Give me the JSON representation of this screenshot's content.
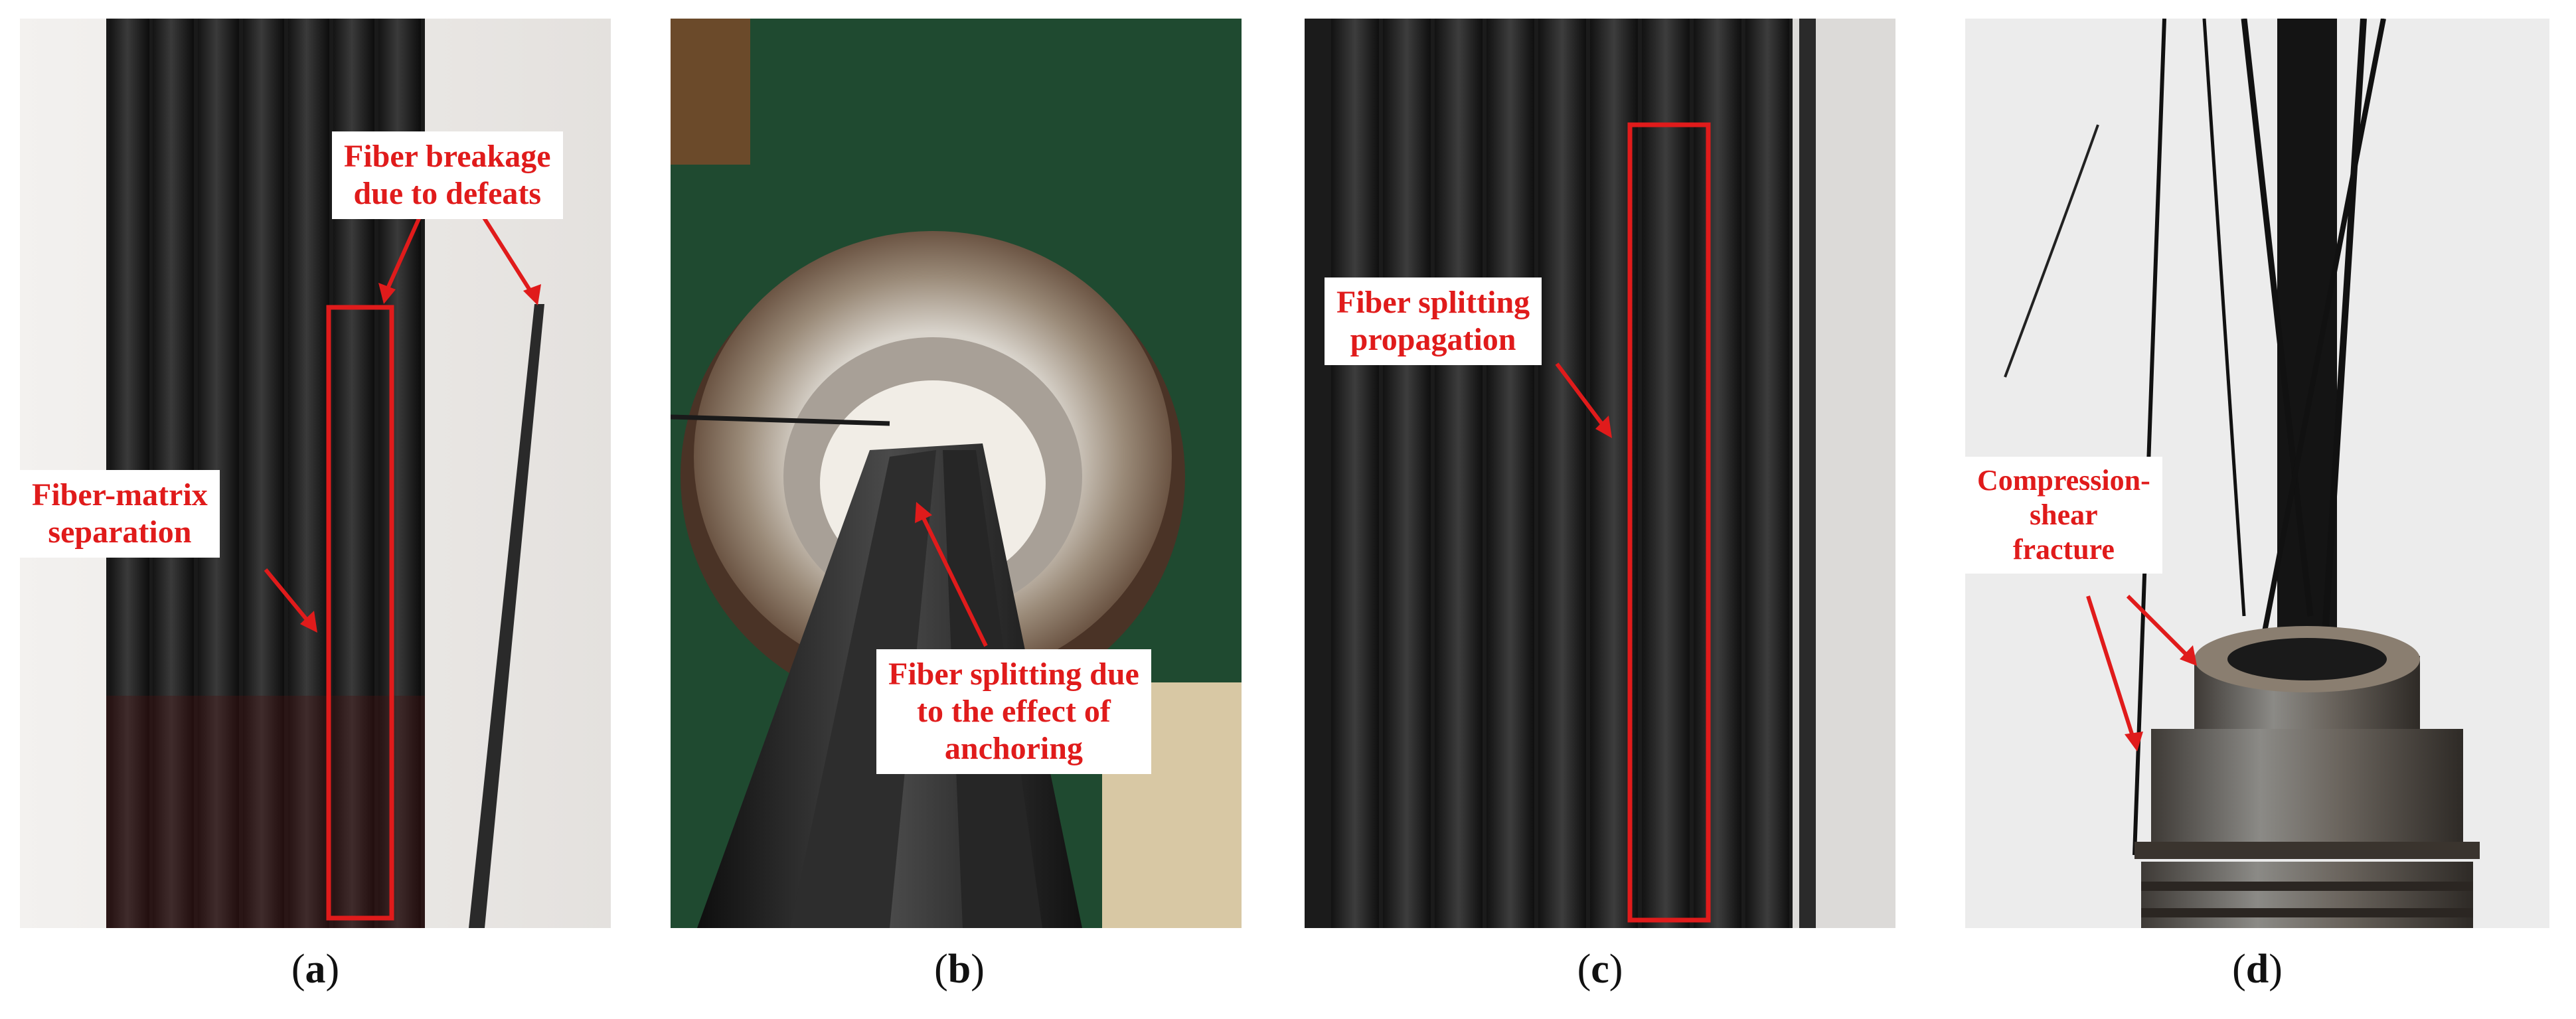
{
  "panels": [
    {
      "id": "a",
      "caption_letter": "a",
      "callouts": [
        {
          "lines": [
            "Fiber breakage",
            "due to defeats"
          ]
        },
        {
          "lines": [
            "Fiber-matrix",
            "separation"
          ]
        }
      ]
    },
    {
      "id": "b",
      "caption_letter": "b",
      "callouts": [
        {
          "lines": [
            "Fiber splitting due",
            "to the effect of",
            "anchoring"
          ]
        }
      ]
    },
    {
      "id": "c",
      "caption_letter": "c",
      "callouts": [
        {
          "lines": [
            "Fiber splitting",
            "propagation"
          ]
        }
      ]
    },
    {
      "id": "d",
      "caption_letter": "d",
      "callouts": [
        {
          "lines": [
            "Compression-",
            "shear",
            "fracture"
          ]
        }
      ]
    }
  ],
  "caption_paren_open": "(",
  "caption_paren_close": ")",
  "colors": {
    "annotation_red": "#e01b1b",
    "callout_bg": "#ffffff",
    "panel_b_green": "#1f4a30"
  }
}
